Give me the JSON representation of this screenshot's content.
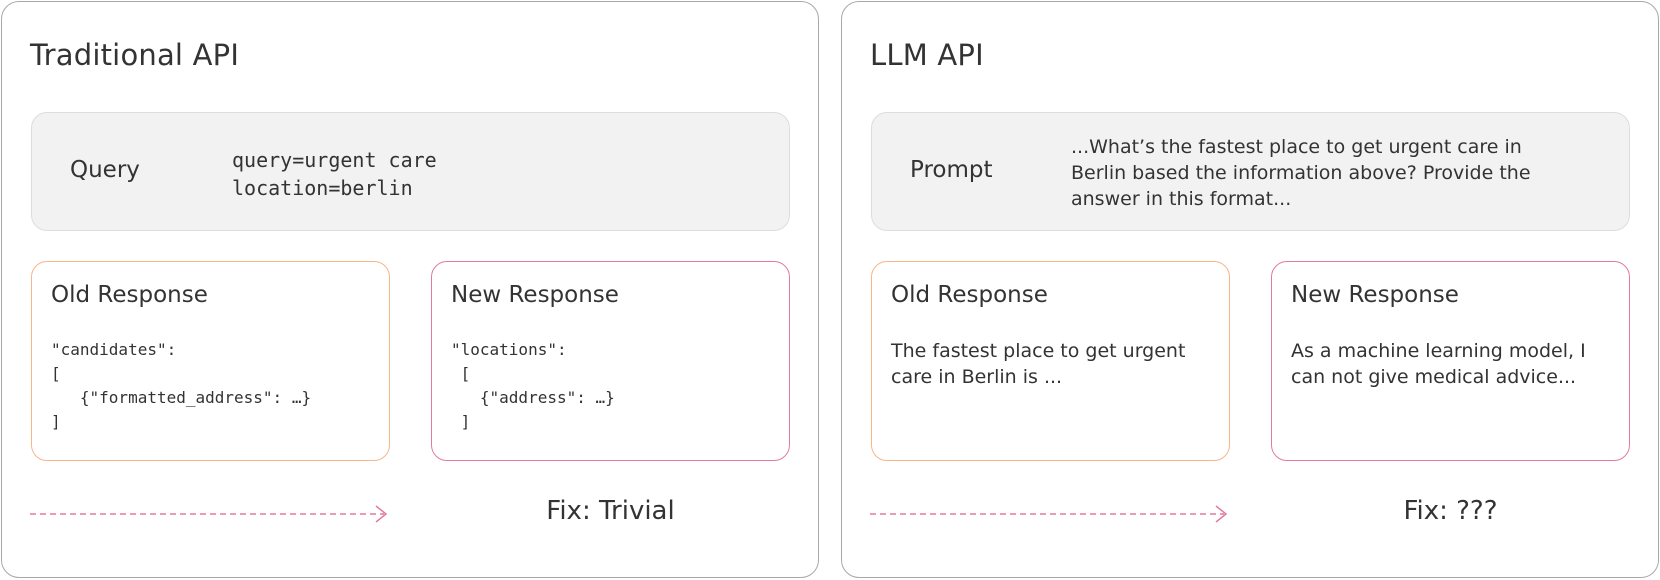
{
  "colors": {
    "old_border": "#f7b58a",
    "new_border": "#e27ba0",
    "arrow": "#e27ba0",
    "query_bg": "#f2f2f2"
  },
  "traditional": {
    "title": "Traditional API",
    "query_label": "Query",
    "query_code": "query=urgent care\nlocation=berlin",
    "old": {
      "title": "Old Response",
      "code": "\"candidates\":\n[\n   {\"formatted_address\": …}\n]"
    },
    "new": {
      "title": "New Response",
      "code": "\"locations\":\n [\n   {\"address\": …}\n ]"
    },
    "fix": "Fix: Trivial"
  },
  "llm": {
    "title": "LLM API",
    "prompt_label": "Prompt",
    "prompt_text": "...What’s the fastest place to get urgent care in Berlin based the information above? Provide the answer in this format...",
    "old": {
      "title": "Old Response",
      "text": "The fastest place to get urgent care in Berlin is ..."
    },
    "new": {
      "title": "New Response",
      "text": "As a machine learning model, I can not give medical advice..."
    },
    "fix": "Fix: ???"
  }
}
